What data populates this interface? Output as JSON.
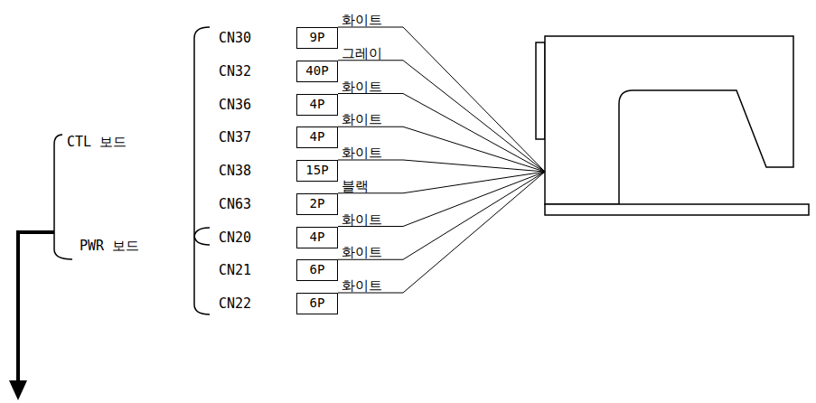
{
  "diagram": {
    "nodes": [
      {
        "text": [
          "9P"
        ]
      },
      {
        "text": [
          "40P"
        ]
      },
      {
        "text": [
          "4P"
        ]
      },
      {
        "text": [
          "4P"
        ]
      },
      {
        "text": [
          "15P"
        ]
      },
      {
        "text": [
          "2P"
        ]
      },
      {
        "text": [
          "4P"
        ]
      },
      {
        "text": [
          "6P"
        ]
      },
      {
        "text": [
          "6P"
        ]
      }
    ],
    "labels": [
      "CTL 보드",
      "PWR 보드",
      "CN30",
      "화이트",
      "CN32",
      "그레이",
      "CN36",
      "화이트",
      "CN37",
      "화이트",
      "CN38",
      "화이트",
      "CN63",
      "블랙",
      "CN20",
      "화이트",
      "CN21",
      "화이트",
      "CN22",
      "화이트"
    ]
  }
}
